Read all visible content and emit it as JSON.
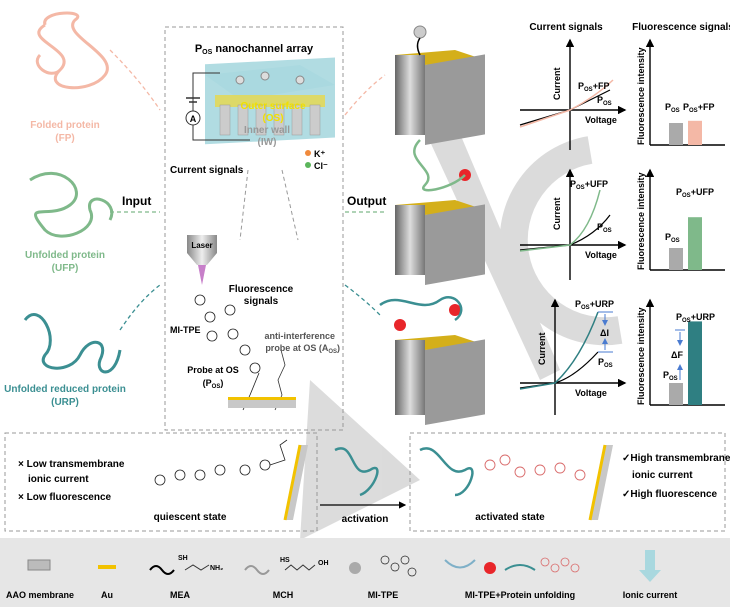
{
  "proteins": [
    {
      "name": "Folded protein",
      "abbr": "(FP)",
      "color": "#f4b8a6"
    },
    {
      "name": "Unfolded protein",
      "abbr": "(UFP)",
      "color": "#7fb98a"
    },
    {
      "name": "Unfolded reduced protein",
      "abbr": "(URP)",
      "color": "#3b8f92"
    }
  ],
  "flow": {
    "input": "Input",
    "output": "Output"
  },
  "center_panel": {
    "title_p": "P",
    "title_sub": "OS",
    "title_rest": " nanochannel array",
    "outer_surface": "Outer surface",
    "outer_surface_abbr": "(OS)",
    "inner_wall": "Inner wall",
    "inner_wall_abbr": "(IW)",
    "ammeter": "A",
    "k_ion": "K⁺",
    "cl_ion": "Cl⁻",
    "current_signals": "Current signals",
    "laser": "Laser",
    "fluorescence_signals_1": "Fluorescence",
    "fluorescence_signals_2": "signals",
    "mi_tpe": "MI-TPE",
    "anti_1": "anti-interference",
    "anti_2": "probe at OS (A",
    "anti_sub": "OS",
    "anti_end": ")",
    "probe_1": "Probe at OS",
    "probe_2": "(P",
    "probe_sub": "OS",
    "probe_end": ")"
  },
  "column_headers": {
    "current": "Current signals",
    "fluorescence": "Fluorescence signals"
  },
  "charts": {
    "x_label": "Voltage",
    "y_label": "Current",
    "fl_y_label": "Fluorescence intensity",
    "p": "P",
    "os": "OS",
    "rows": [
      {
        "label": "+FP",
        "color": "#f4b8a6",
        "fl_ratio": 1.1
      },
      {
        "label": "+UFP",
        "color": "#7fb98a",
        "fl_ratio": 2.4
      },
      {
        "label": "+URP",
        "color": "#2f7f82",
        "fl_ratio": 3.8,
        "delta_i": "ΔI",
        "delta_f": "ΔF"
      }
    ]
  },
  "mechanism": {
    "left_1": "× Low transmembrane",
    "left_2": "ionic current",
    "left_3": "× Low fluorescence",
    "quiescent": "quiescent state",
    "activation": "activation",
    "activated": "activated state",
    "right_1": "✓High transmembrane",
    "right_2": "ionic current",
    "right_3": "✓High fluorescence"
  },
  "legend": [
    {
      "label": "AAO membrane"
    },
    {
      "label": "Au"
    },
    {
      "label": "MEA",
      "formula_sh": "SH",
      "formula_nh2": "NH₂"
    },
    {
      "label": "MCH",
      "formula_hs": "HS",
      "formula_oh": "OH"
    },
    {
      "label": "MI-TPE"
    },
    {
      "label": "MI-TPE+Protein unfolding"
    },
    {
      "label": "Ionic current"
    }
  ],
  "colors": {
    "au": "#f2c200",
    "channel": "#a9d8df",
    "red_dot": "#e8262a",
    "legend_bg": "#e6e6e6"
  }
}
